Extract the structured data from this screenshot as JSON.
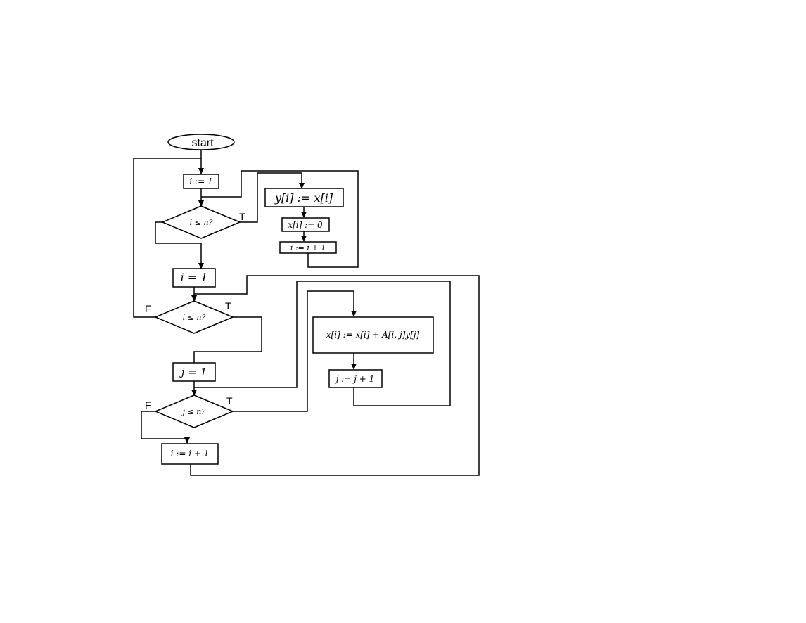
{
  "nodes": {
    "start": "start",
    "init_i_1": "i := 1",
    "cond_1": "i ≤ n?",
    "assign_y": "y[i] := x[i]",
    "assign_x0": "x[i] := 0",
    "incr_i_1": "i := i + 1",
    "init_i_2": "i = 1",
    "cond_2": "i ≤ n?",
    "init_j": "j = 1",
    "cond_3": "j ≤ n?",
    "update_x": "x[i] := x[i] + A[i, j]y[j]",
    "incr_j": "j := j + 1",
    "incr_i_2": "i := i + 1"
  },
  "edge_labels": {
    "cond_1_true": "T",
    "cond_2_false": "F",
    "cond_2_true": "T",
    "cond_3_false": "F",
    "cond_3_true": "T"
  },
  "colors": {
    "stroke": "#000000",
    "fill": "#ffffff"
  }
}
